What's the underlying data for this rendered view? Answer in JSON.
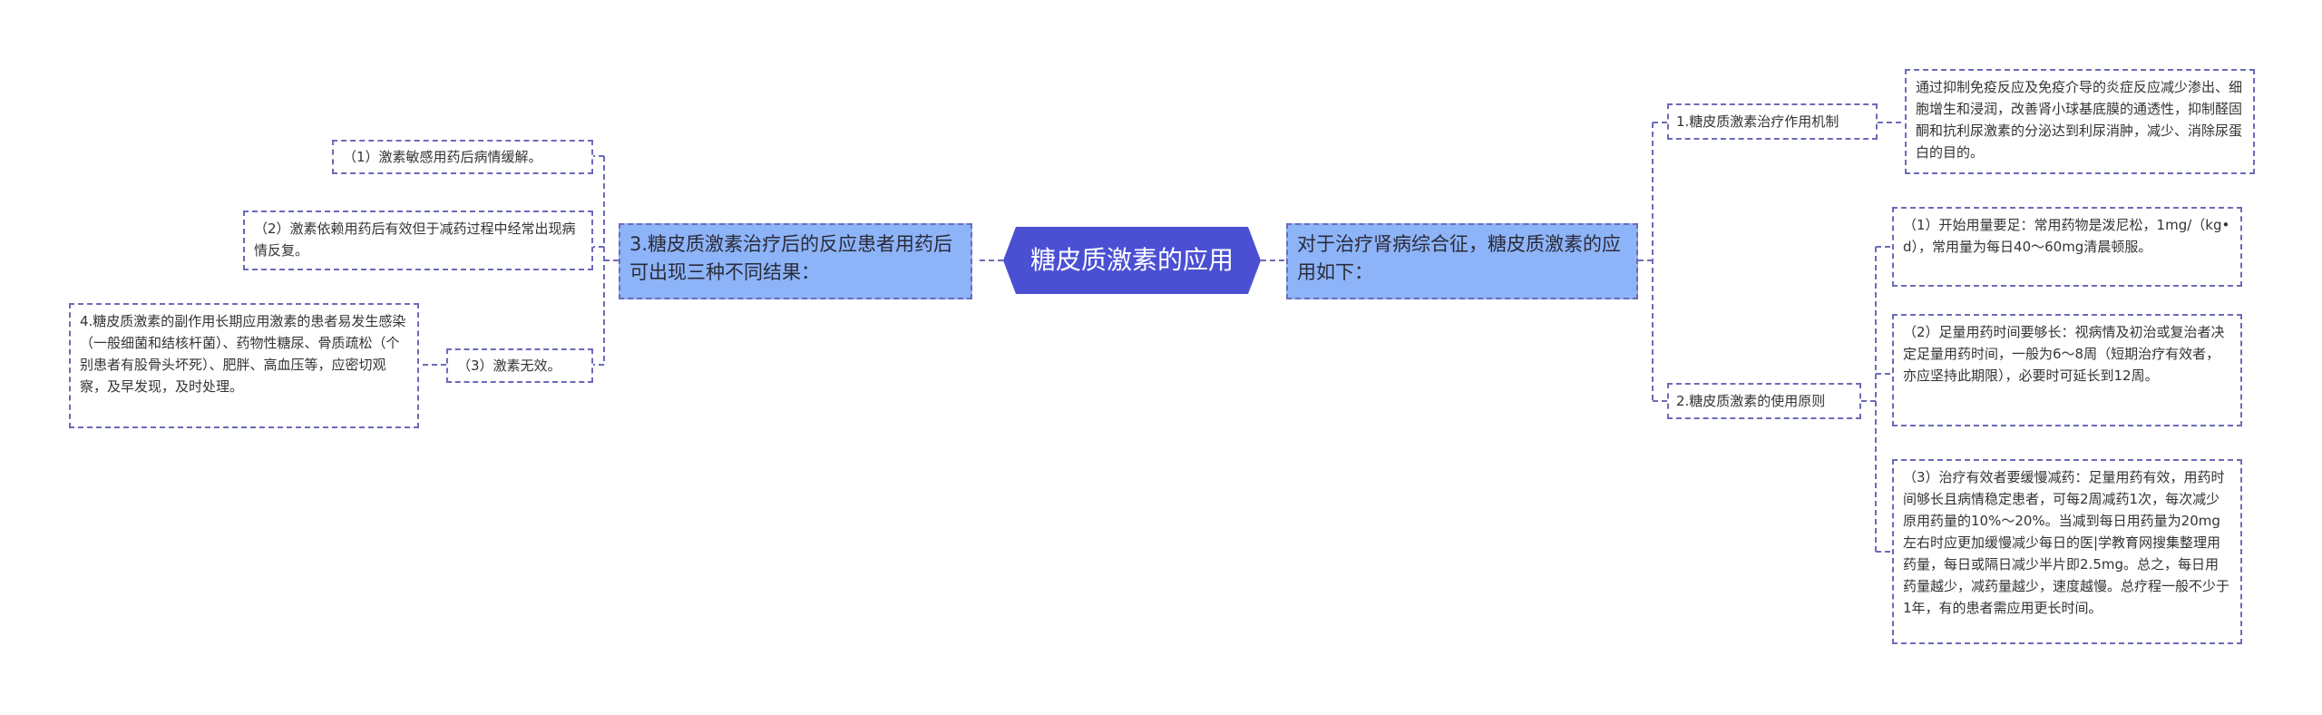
{
  "root": {
    "label": "糖皮质激素的应用"
  },
  "left_branch": {
    "label": "3.糖皮质激素治疗后的反应患者用药后可出现三种不同结果：",
    "items": [
      {
        "label": "（1）激素敏感用药后病情缓解。"
      },
      {
        "label": "（2）激素依赖用药后有效但于减药过程中经常出现病情反复。"
      },
      {
        "label": "（3）激素无效。",
        "child": {
          "label": "4.糖皮质激素的副作用长期应用激素的患者易发生感染（一般细菌和结核杆菌）、药物性糖尿、骨质疏松（个别患者有股骨头坏死）、肥胖、高血压等，应密切观察，及早发现，及时处理。"
        }
      }
    ]
  },
  "right_branch": {
    "label": "对于治疗肾病综合征，糖皮质激素的应用如下：",
    "items": [
      {
        "label": "1.糖皮质激素治疗作用机制",
        "children": [
          {
            "label": "通过抑制免疫反应及免疫介导的炎症反应减少渗出、细胞增生和浸润，改善肾小球基底膜的通透性，抑制醛固酮和抗利尿激素的分泌达到利尿消肿，减少、消除尿蛋白的目的。"
          }
        ]
      },
      {
        "label": "2.糖皮质激素的使用原则",
        "children": [
          {
            "label": "（1）开始用量要足：常用药物是泼尼松，1mg/（kg•d），常用量为每日40～60mg清晨顿服。"
          },
          {
            "label": "（2）足量用药时间要够长：视病情及初治或复治者决定足量用药时间，一般为6～8周（短期治疗有效者，亦应坚持此期限），必要时可延长到12周。"
          },
          {
            "label": "（3）治疗有效者要缓慢减药：足量用药有效，用药时间够长且病情稳定患者，可每2周减药1次，每次减少原用药量的10%～20%。当减到每日用药量为20mg左右时应更加缓慢减少每日的医|学教育网搜集整理用药量，每日或隔日减少半片即2.5mg。总之，每日用药量越少，减药量越少，速度越慢。总疗程一般不少于1年，有的患者需应用更长时间。"
          }
        ]
      }
    ]
  },
  "colors": {
    "root_fill": "#4b50d3",
    "branch_fill": "#8db4f8",
    "border": "#6b6bb8",
    "connector": "#6b6bb8"
  }
}
